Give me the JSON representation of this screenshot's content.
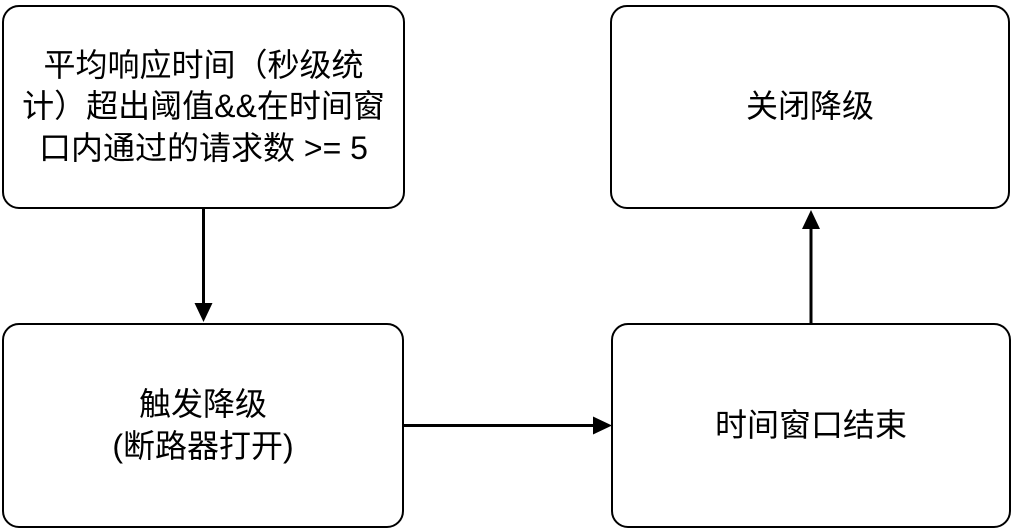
{
  "diagram": {
    "type": "flowchart",
    "background_color": "#ffffff",
    "node_fill_color": "#ffffff",
    "node_border_color": "#000000",
    "text_color": "#000000",
    "arrow_color": "#000000",
    "nodes": {
      "condition": {
        "label": "平均响应时间（秒级统\n计）超出阈值&&在时间窗\n口内通过的请求数 >= 5"
      },
      "close": {
        "label": "关闭降级"
      },
      "trigger": {
        "label": "触发降级\n(断路器打开)"
      },
      "window_end": {
        "label": "时间窗口结束"
      }
    },
    "edges": [
      {
        "from": "condition",
        "to": "trigger",
        "direction": "down"
      },
      {
        "from": "trigger",
        "to": "window_end",
        "direction": "right"
      },
      {
        "from": "window_end",
        "to": "close",
        "direction": "up"
      }
    ]
  }
}
